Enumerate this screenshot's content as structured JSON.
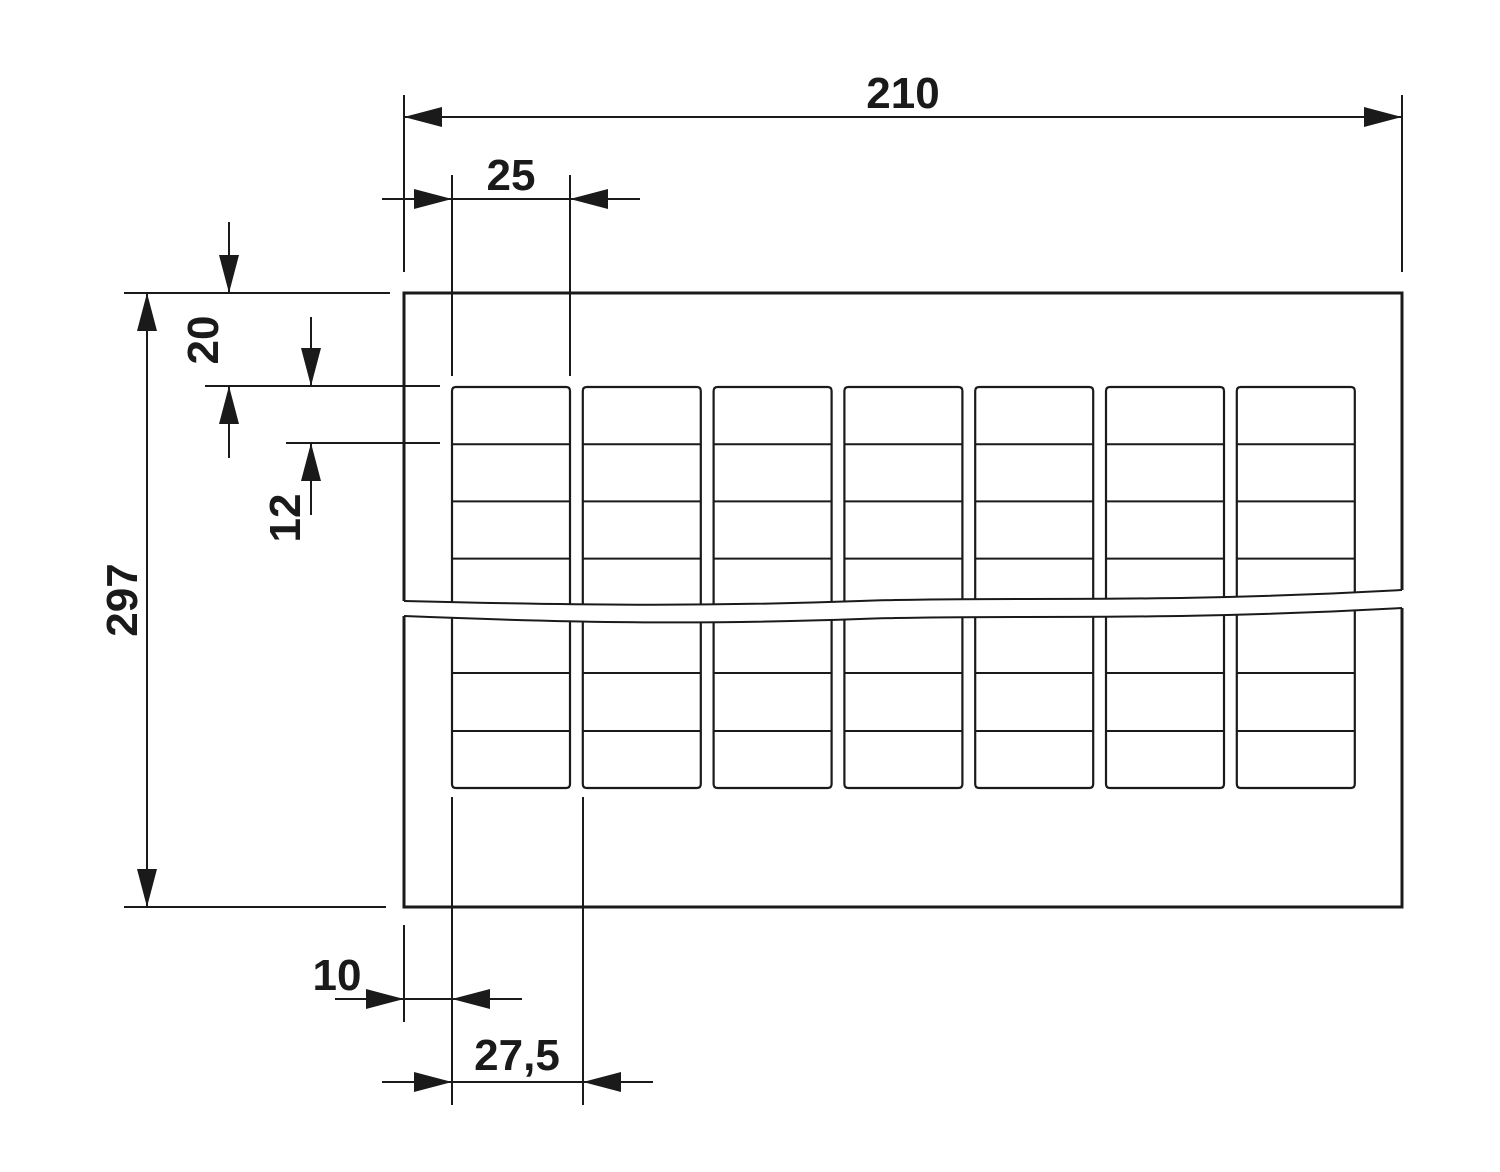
{
  "dimensions": {
    "total_width": "210",
    "label_width": "25",
    "top_offset": "20",
    "label_height": "12",
    "total_height": "297",
    "left_offset": "10",
    "pitch": "27,5"
  },
  "layout_info": {
    "columns": 7,
    "upper_rows_visible": 4,
    "lower_rows_visible": 3,
    "break_symbol": "wavy-break-line"
  }
}
